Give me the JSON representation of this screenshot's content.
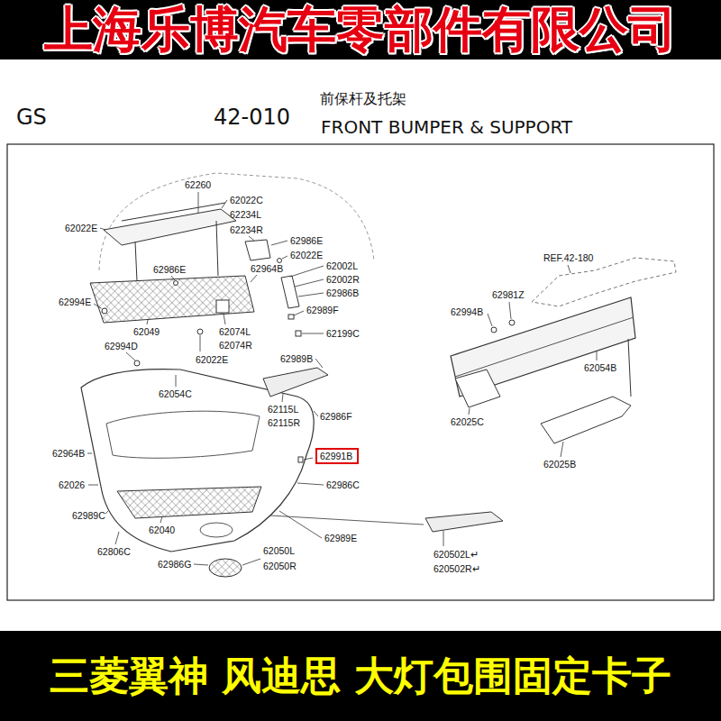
{
  "diagram": {
    "nodes": [
      {
        "text": [
          "上海乐博汽车零部件有限公司"
        ]
      },
      {
        "text": [
          "62991B"
        ]
      },
      {
        "text": [
          "三菱翼神 风迪思 大灯包围固定卡子"
        ]
      }
    ],
    "labels": [
      "GS",
      "42-010",
      "前保杆及托架",
      "FRONT BUMPER & SUPPORT",
      "62260",
      "62022C",
      "62234L",
      "62234R",
      "62022E",
      "62986E",
      "62022E",
      "62986E",
      "62964B",
      "62002L",
      "62002R",
      "62986B",
      "62994E",
      "62989F",
      "62049",
      "62074L",
      "62074R",
      "62199C",
      "62022E",
      "62994D",
      "62989B",
      "62054C",
      "62115L",
      "62115R",
      "62986F",
      "62964B",
      "62026",
      "62986C",
      "62989C",
      "62040",
      "62989E",
      "62806C",
      "62986G",
      "62050L",
      "62050R",
      "620502L↵",
      "620502R↵",
      "REF.42-180",
      "62981Z",
      "62994B",
      "62054B",
      "62025C",
      "62025B"
    ]
  }
}
